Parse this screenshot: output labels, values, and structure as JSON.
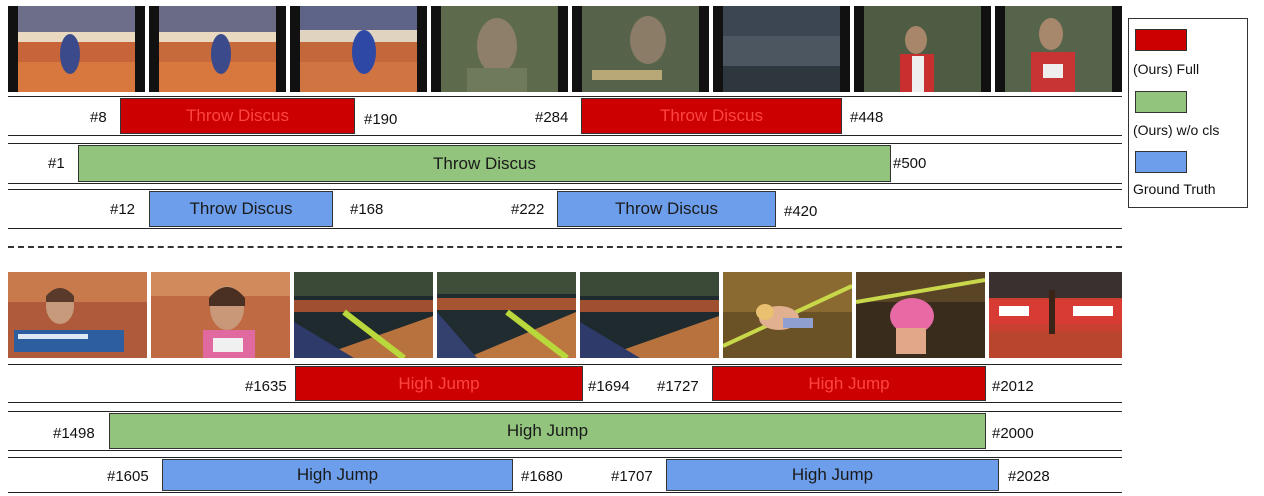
{
  "colors": {
    "full": "#cc0000",
    "wo_cls": "#92c47d",
    "gt": "#6d9eeb",
    "full_text": "#ff4444",
    "dark_text": "#1a1a1a"
  },
  "top": {
    "frames": [
      "track-discus-thrower-frame",
      "track-discus-thrower-frame",
      "track-discus-thrower-frame",
      "athlete-closeup-frame",
      "athlete-closeup-frame",
      "noisy-blurred-frame",
      "athlete-closeup-frame",
      "athlete-closeup-frame"
    ],
    "full": {
      "segments": [
        {
          "label": "Throw Discus",
          "start": "#8",
          "end": "#190"
        },
        {
          "label": "Throw Discus",
          "start": "#284",
          "end": "#448"
        }
      ]
    },
    "wo_cls": {
      "segments": [
        {
          "label": "Throw Discus",
          "start": "#1",
          "end": "#500"
        }
      ]
    },
    "gt": {
      "segments": [
        {
          "label": "Throw Discus",
          "start": "#12",
          "end": "#168"
        },
        {
          "label": "Throw Discus",
          "start": "#222",
          "end": "#420"
        }
      ]
    }
  },
  "bottom": {
    "frames": [
      "athlete-tv-graphic-frame",
      "athlete-face-frame",
      "high-jump-bar-frame",
      "high-jump-bar-frame",
      "high-jump-bar-frame",
      "athlete-over-bar-frame",
      "athlete-over-bar-frame",
      "stadium-track-frame"
    ],
    "full": {
      "segments": [
        {
          "label": "High Jump",
          "start": "#1635",
          "end": "#1694"
        },
        {
          "label": "High Jump",
          "start": "#1727",
          "end": "#2012"
        }
      ]
    },
    "wo_cls": {
      "segments": [
        {
          "label": "High Jump",
          "start": "#1498",
          "end": "#2000"
        }
      ]
    },
    "gt": {
      "segments": [
        {
          "label": "High Jump",
          "start": "#1605",
          "end": "#1680"
        },
        {
          "label": "High Jump",
          "start": "#1707",
          "end": "#2028"
        }
      ]
    }
  },
  "legend": {
    "items": [
      {
        "label": "(Ours) Full"
      },
      {
        "label": "(Ours) w/o cls"
      },
      {
        "label": "Ground Truth"
      }
    ]
  }
}
